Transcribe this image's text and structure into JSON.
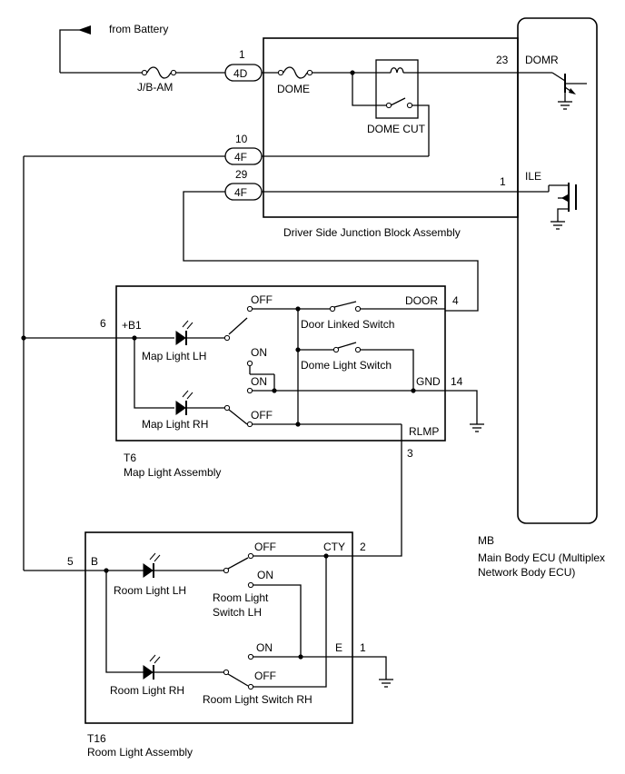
{
  "battery": {
    "label": "from Battery",
    "fuse_label": "J/B-AM"
  },
  "junction_block": {
    "title": "Driver Side Junction Block Assembly",
    "fuse_label": "DOME",
    "relay_label": "DOME CUT",
    "connectors": [
      {
        "pin": "1",
        "name": "4D"
      },
      {
        "pin": "10",
        "name": "4F"
      },
      {
        "pin": "29",
        "name": "4F"
      }
    ]
  },
  "ecu": {
    "code": "MB",
    "title_line1": "Main Body ECU (Multiplex",
    "title_line2": "Network Body ECU)",
    "pins": [
      {
        "pin": "23",
        "name": "DOMR"
      },
      {
        "pin": "1",
        "name": "ILE"
      }
    ]
  },
  "map_light": {
    "code": "T6",
    "title": "Map Light Assembly",
    "pins": [
      {
        "pin": "6",
        "name": "+B1"
      },
      {
        "pin": "4",
        "name": "DOOR"
      },
      {
        "pin": "14",
        "name": "GND"
      },
      {
        "pin": "3",
        "name": "RLMP"
      }
    ],
    "labels": {
      "lh": "Map Light LH",
      "rh": "Map Light RH",
      "off_top": "OFF",
      "on_a": "ON",
      "on_b": "ON",
      "off_bottom": "OFF",
      "door_switch": "Door Linked Switch",
      "dome_switch": "Dome Light Switch"
    }
  },
  "room_light": {
    "code": "T16",
    "title": "Room Light Assembly",
    "pins": [
      {
        "pin": "5",
        "name": "B"
      },
      {
        "pin": "2",
        "name": "CTY"
      },
      {
        "pin": "1",
        "name": "E"
      }
    ],
    "labels": {
      "lh": "Room Light LH",
      "rh": "Room Light RH",
      "off_top": "OFF",
      "on_top": "ON",
      "switch_lh_1": "Room Light",
      "switch_lh_2": "Switch LH",
      "on_bottom": "ON",
      "off_bottom": "OFF",
      "switch_rh": "Room Light Switch RH"
    }
  }
}
